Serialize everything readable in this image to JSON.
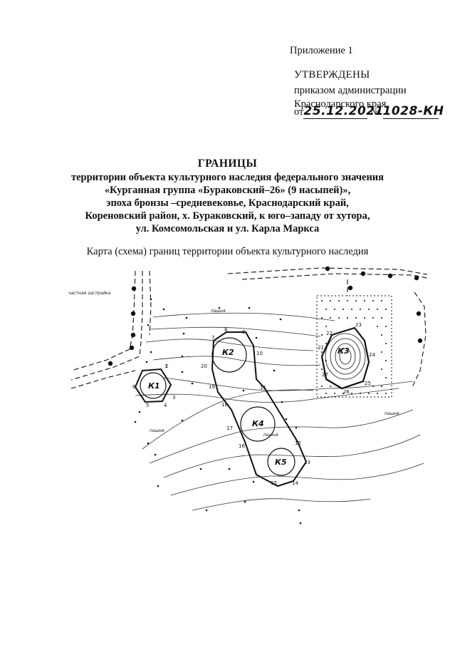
{
  "header": {
    "appendix": "Приложение 1",
    "approved": "УТВЕРЖДЕНЫ",
    "order_line1": "приказом администрации",
    "order_line2": "Краснодарского края",
    "date_prefix": "от",
    "date_value": "25.12.2021",
    "number_prefix": "№",
    "number_value": "1028-КН"
  },
  "title": "ГРАНИЦЫ",
  "subtitle_lines": [
    "территории объекта культурного наследия федерального значения",
    "«Курганная группа «Бураковский–26» (9 насыпей)»,",
    "эпоха бронзы –средневековье, Краснодарский край,",
    "Кореновский район, х. Бураковский, к юго–западу от хутора,",
    "ул. Комсомольская и ул. Карла Маркса"
  ],
  "caption": "Карта (схема) границ территории объекта культурного наследия",
  "map": {
    "side_label": "частная застройка",
    "small_labels": [
      "пашня",
      "пашня",
      "пашня",
      "пашня"
    ],
    "mounds": [
      "К1",
      "К2",
      "К3",
      "К4",
      "К5"
    ],
    "vertex_numbers": [
      "1",
      "2",
      "3",
      "4",
      "5",
      "6",
      "7",
      "8",
      "9",
      "10",
      "11",
      "12",
      "13",
      "14",
      "15",
      "16",
      "17",
      "18",
      "19",
      "20",
      "21",
      "22",
      "23",
      "24",
      "25",
      "26",
      "27"
    ],
    "icons": [
      "boundary-marker-icon",
      "pole-icon"
    ]
  }
}
